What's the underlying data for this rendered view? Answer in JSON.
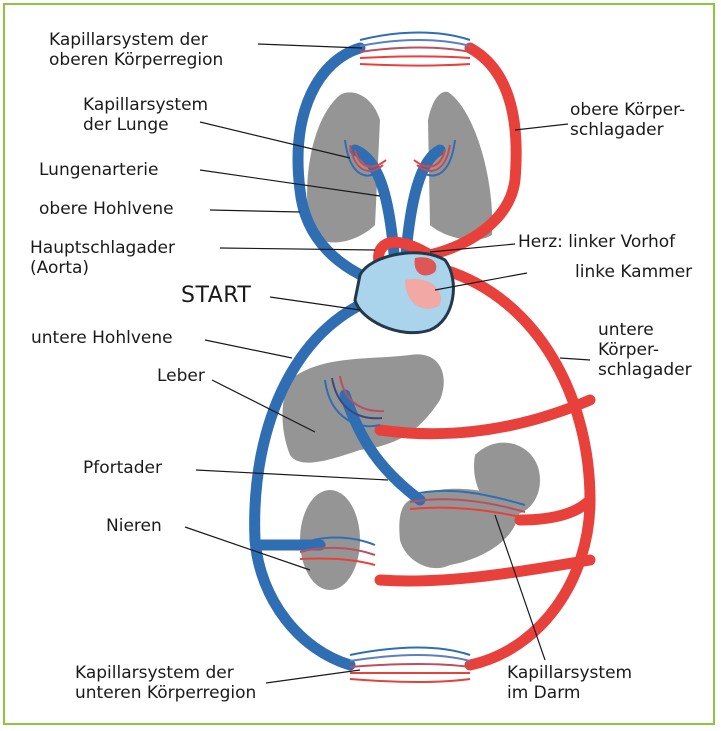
{
  "labels": {
    "capillary_upper": [
      "Kapillarsystem der",
      "oberen Körperregion"
    ],
    "capillary_lung": [
      "Kapillarsystem",
      "der Lunge"
    ],
    "pulmonary_artery": "Lungenarterie",
    "superior_vena_cava": "obere Hohlvene",
    "aorta": [
      "Hauptschlagader",
      "(Aorta)"
    ],
    "start": "START",
    "inferior_vena_cava": "untere Hohlvene",
    "liver": "Leber",
    "portal_vein": "Pfortader",
    "kidneys": "Nieren",
    "capillary_lower": [
      "Kapillarsystem der",
      "unteren Körperregion"
    ],
    "upper_artery": [
      "obere Körper-",
      "schlagader"
    ],
    "left_atrium": "Herz: linker Vorhof",
    "left_ventricle": "linke Kammer",
    "lower_artery": [
      "untere",
      "Körper-",
      "schlagader"
    ],
    "capillary_gut": [
      "Kapillarsystem",
      "im Darm"
    ]
  },
  "colors": {
    "vein": "#2f6eb3",
    "artery": "#e8413c",
    "organ": "#8a8a8a",
    "frame": "#8cc63f",
    "heart_chamber": "#a9d4ec"
  }
}
